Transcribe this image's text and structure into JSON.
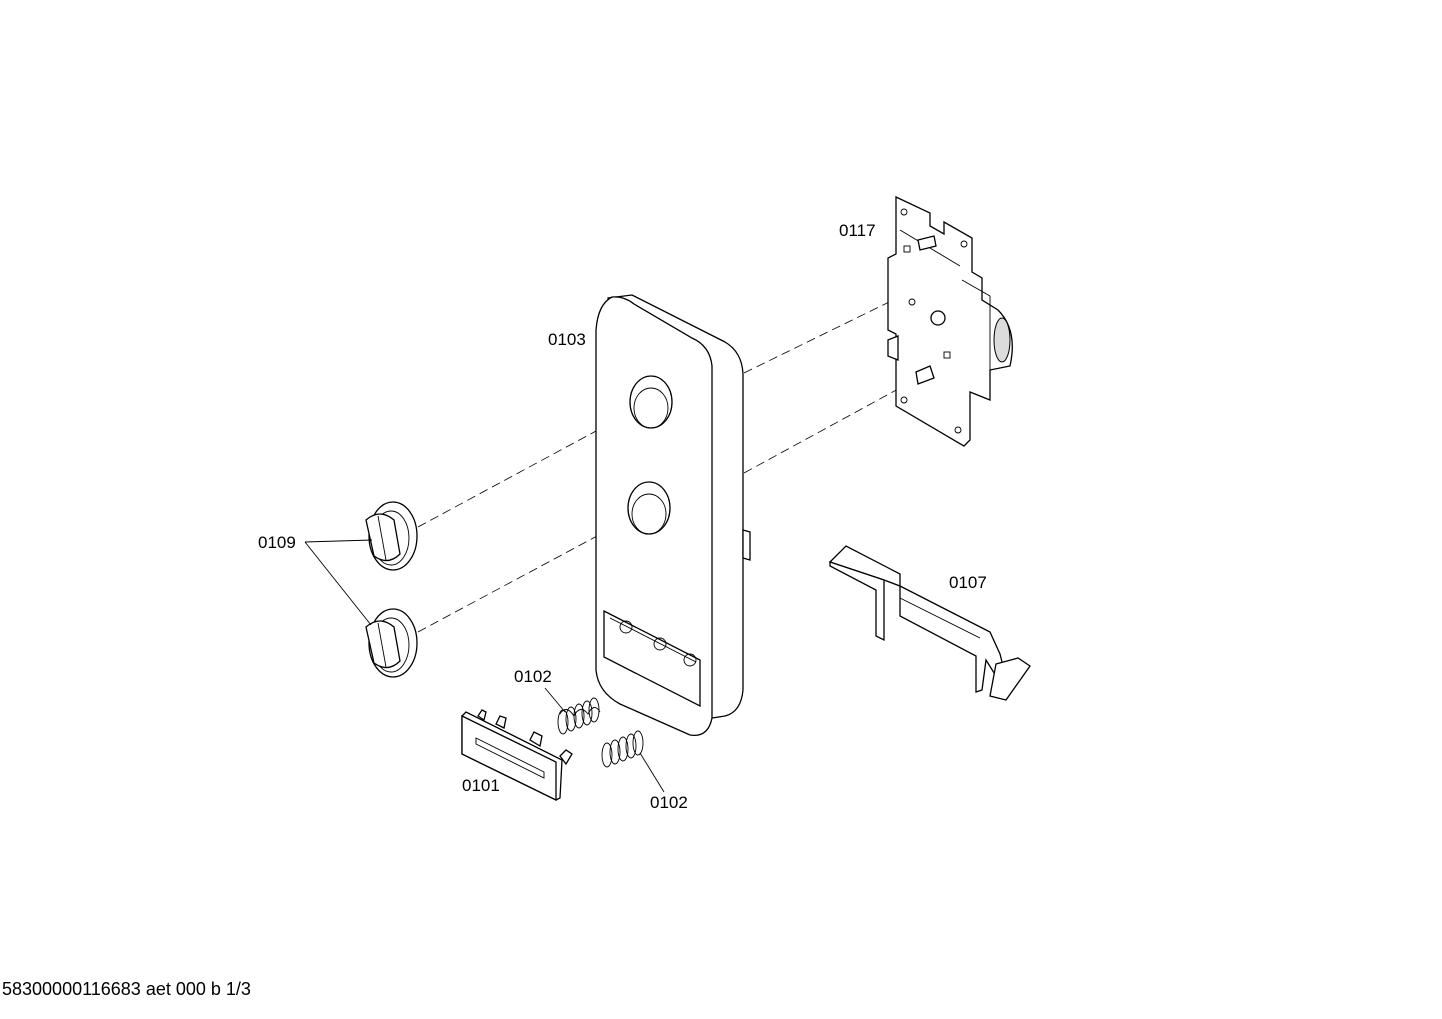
{
  "parts": {
    "p0117": "0117",
    "p0103": "0103",
    "p0109": "0109",
    "p0107": "0107",
    "p0102a": "0102",
    "p0102b": "0102",
    "p0101": "0101"
  },
  "footer": "58300000116683 aet 000 b 1/3"
}
